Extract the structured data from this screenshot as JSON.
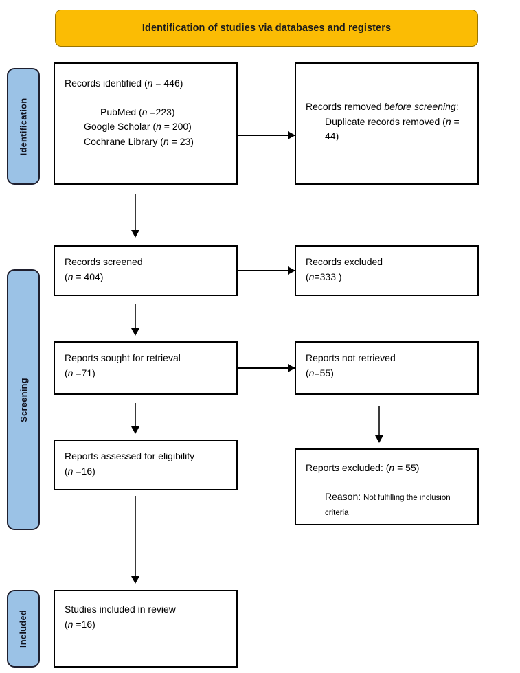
{
  "banner": {
    "title": "Identification of studies via databases and registers"
  },
  "stages": [
    {
      "id": "identification",
      "label": "Identification"
    },
    {
      "id": "screening",
      "label": "Screening"
    },
    {
      "id": "included",
      "label": "Included"
    }
  ],
  "colors": {
    "banner_fill": "#FBBC04",
    "banner_border": "#9A7400",
    "stage_fill": "#9BC2E6",
    "stage_border": "#1F1F2E",
    "box_border": "#000000",
    "arrow": "#000000",
    "background": "#FFFFFF"
  },
  "boxes": {
    "records_identified": {
      "line1_pre": "Records identified (",
      "line1_italic": "n",
      "line1_post": " = 446)",
      "source1_pre": "PubMed (",
      "source1_italic": "n",
      "source1_post": " =223)",
      "source2_pre": "Google Scholar (",
      "source2_italic": "n",
      "source2_post": " = 200)",
      "source3_pre": "Cochrane Library (",
      "source3_italic": "n",
      "source3_post": " = 23)"
    },
    "records_removed": {
      "line1_pre": "Records removed ",
      "line1_italic": "before screening",
      "line1_post": ":",
      "line2_pre": "Duplicate records removed (",
      "line2_italic": "n",
      "line2_post": " = 44)"
    },
    "records_screened": {
      "line1": "Records screened",
      "line2_pre": "(",
      "line2_italic": "n",
      "line2_post": " = 404)"
    },
    "records_excluded": {
      "line1": "Records excluded",
      "line2_pre": "(",
      "line2_italic": "n",
      "line2_post": "=333 )"
    },
    "reports_sought": {
      "line1": "Reports sought for retrieval",
      "line2_pre": "(",
      "line2_italic": "n",
      "line2_post": " =71)"
    },
    "reports_not_retrieved": {
      "line1": "Reports not retrieved",
      "line2_pre": "(",
      "line2_italic": "n",
      "line2_post": "=55)"
    },
    "reports_assessed": {
      "line1": "Reports assessed for eligibility",
      "line2_pre": "(",
      "line2_italic": "n",
      "line2_post": " =16)"
    },
    "reports_excluded": {
      "line1_pre": "Reports excluded: (",
      "line1_italic": "n",
      "line1_post": " = 55)",
      "reason_label": "Reason:",
      "reason_text": "Not fulfilling the inclusion criteria"
    },
    "studies_included": {
      "line1": "Studies included in review",
      "line2_pre": "(",
      "line2_italic": "n",
      "line2_post": " =16)"
    }
  },
  "arrows": [
    {
      "name": "identified-to-removed",
      "direction": "right"
    },
    {
      "name": "identified-to-screened",
      "direction": "down"
    },
    {
      "name": "screened-to-excluded",
      "direction": "right"
    },
    {
      "name": "screened-to-sought",
      "direction": "down"
    },
    {
      "name": "sought-to-not-retrieved",
      "direction": "right"
    },
    {
      "name": "sought-to-assessed",
      "direction": "down"
    },
    {
      "name": "not-retrieved-to-excluded",
      "direction": "down"
    },
    {
      "name": "assessed-to-included",
      "direction": "down"
    }
  ]
}
